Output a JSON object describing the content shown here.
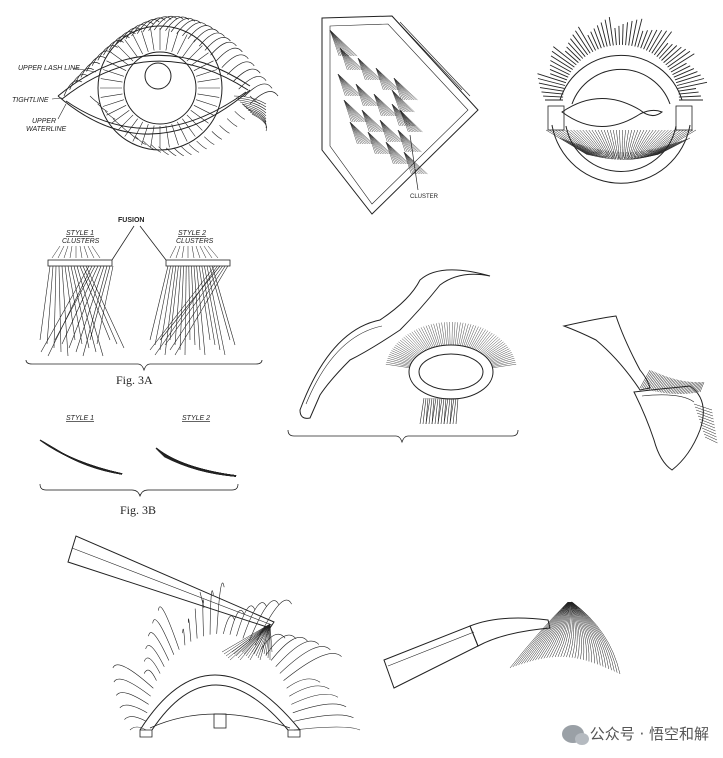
{
  "eye_figure": {
    "labels": {
      "upper_lash_line": "UPPER LASH LINE",
      "tightline": "TIGHTLINE",
      "upper_waterline_1": "UPPER",
      "upper_waterline_2": "WATERLINE"
    }
  },
  "cluster_tray": {
    "label": "CLUSTER"
  },
  "fig3a": {
    "fusion_label": "FUSION",
    "style1_title": "STYLE 1",
    "style1_sub": "CLUSTERS",
    "style2_title": "STYLE 2",
    "style2_sub": "CLUSTERS",
    "caption": "Fig. 3A"
  },
  "fig3b": {
    "style1_label": "STYLE 1",
    "style2_label": "STYLE 2",
    "caption": "Fig. 3B"
  },
  "watermark": {
    "text": "公众号 · 悟空和解"
  }
}
